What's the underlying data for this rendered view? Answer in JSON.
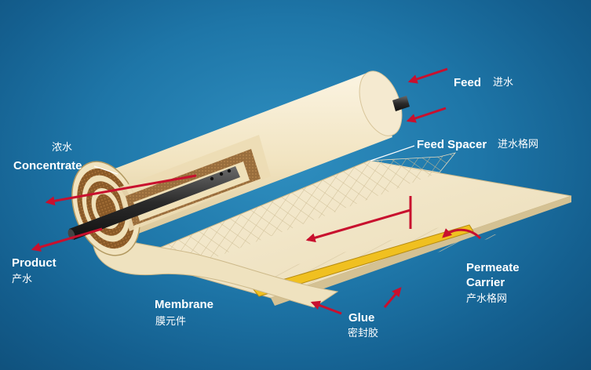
{
  "labels": {
    "feed": {
      "en": "Feed",
      "cn": "进水"
    },
    "feed_spacer": {
      "en": "Feed Spacer",
      "cn": "进水格网"
    },
    "concentrate": {
      "en": "Concentrate",
      "cn": "浓水"
    },
    "product": {
      "en": "Product",
      "cn": "产水"
    },
    "membrane": {
      "en": "Membrane",
      "cn": "膜元件"
    },
    "glue": {
      "en": "Glue",
      "cn": "密封胶"
    },
    "permeate_carrier": {
      "en_line1": "Permeate",
      "en_line2": "Carrier",
      "cn": "产水格网"
    }
  },
  "colors": {
    "background": "#1e76a8",
    "arrow_red": "#c8102e",
    "membrane_cream": "#f3e6c3",
    "glue_yellow": "#f0c020",
    "tube_dark": "#2a2a2a"
  }
}
